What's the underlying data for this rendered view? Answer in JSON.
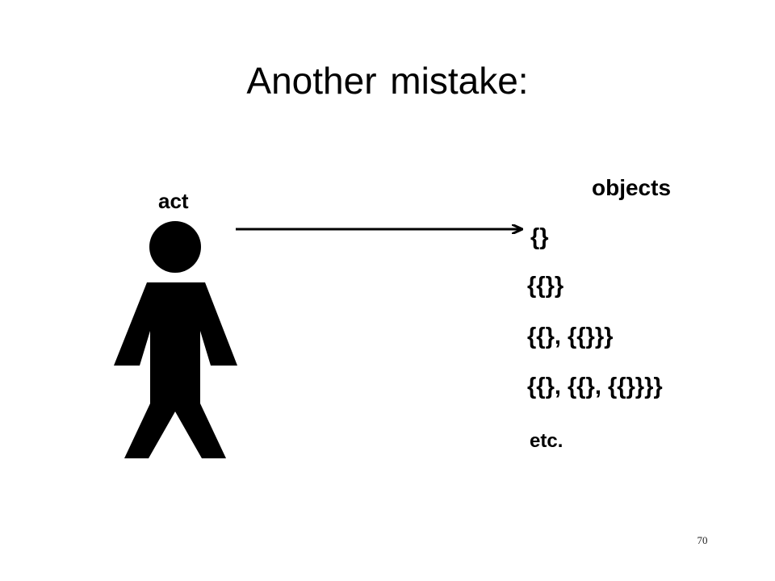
{
  "slide": {
    "title": "Another mistake:",
    "page_number": "70"
  },
  "diagram": {
    "agent_label": "act",
    "objects_label": "objects",
    "objects": [
      "{}",
      "{{}}",
      "{{}, {{}}}",
      "{{}, {{}, {{}}}}"
    ],
    "etc_label": "etc."
  },
  "colors": {
    "ink": "#000000",
    "background": "#ffffff"
  }
}
